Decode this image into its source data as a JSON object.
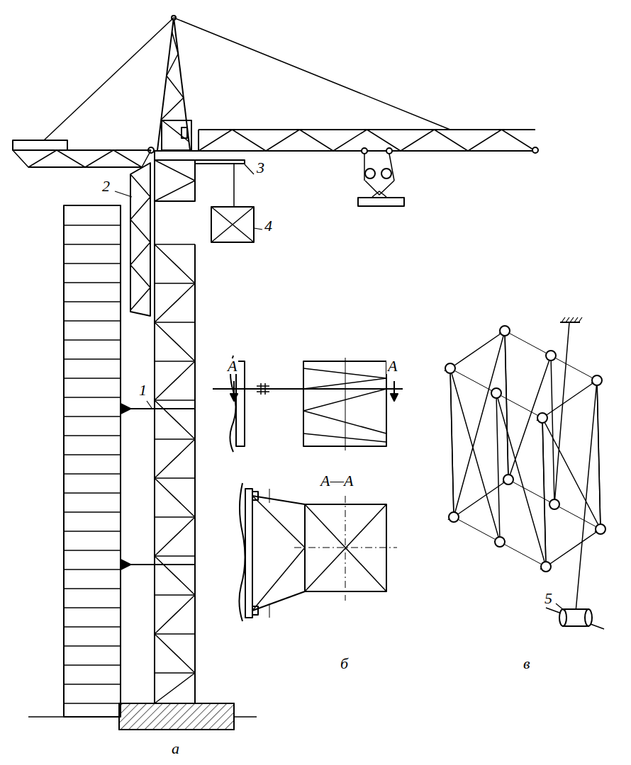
{
  "diagram": {
    "labels": [
      "2",
      "3",
      "4",
      "1",
      "А",
      "А",
      "А—А",
      "а",
      "б",
      "в",
      "5"
    ]
  }
}
